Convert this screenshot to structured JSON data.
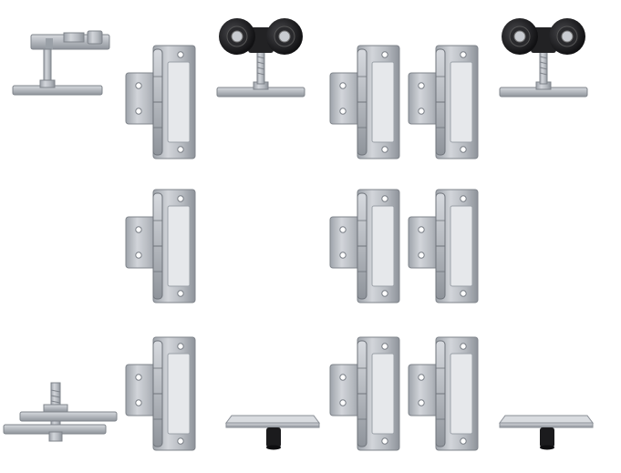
{
  "image": {
    "subject": "sliding-door-hardware-kit",
    "background_color": "#ffffff",
    "metal_color": "#b9bdc3",
    "wheel_color": "#1e1e20",
    "components": [
      {
        "id": "bracket-clamp-top-left",
        "icon": "bracket-clamp-icon"
      },
      {
        "id": "roller-hanger-a",
        "icon": "roller-hanger-icon"
      },
      {
        "id": "roller-hanger-b",
        "icon": "roller-hanger-icon"
      },
      {
        "id": "pivot-bolt-bottom-left",
        "icon": "pivot-bolt-icon"
      },
      {
        "id": "floor-guide-a",
        "icon": "floor-guide-icon"
      },
      {
        "id": "floor-guide-b",
        "icon": "floor-guide-icon"
      },
      {
        "id": "hinge-set",
        "icon": "hinge-icon",
        "count": 9
      }
    ]
  }
}
